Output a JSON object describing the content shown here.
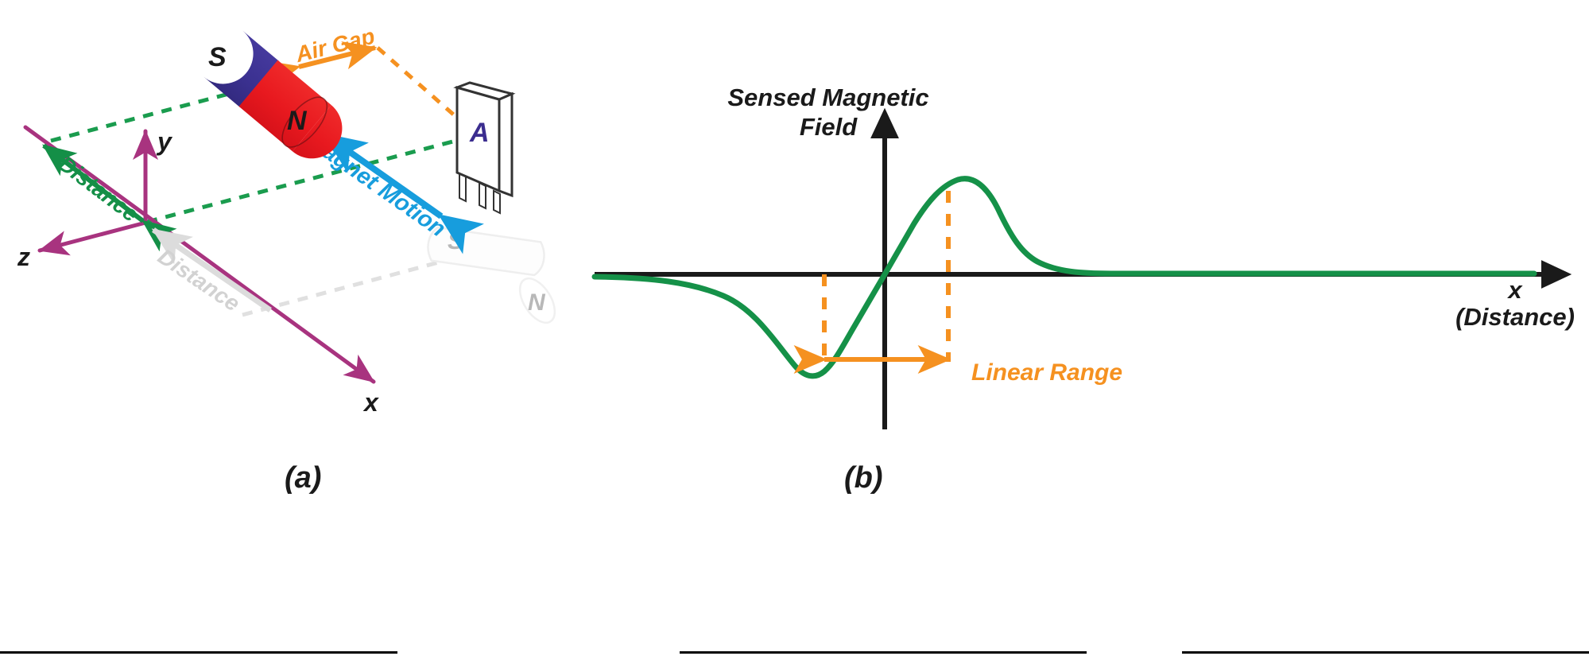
{
  "figure": {
    "panel_a_caption": "(a)",
    "panel_b_caption": "(b)"
  },
  "panel_a": {
    "name": "magnet-sensor-3d-setup",
    "axes": {
      "x_label": "x",
      "y_label": "y",
      "z_label": "z",
      "color": "#a8337f"
    },
    "magnet": {
      "south_label": "S",
      "north_label": "N",
      "south_color": "#3b3191",
      "north_color": "#e8191f"
    },
    "ghost_magnet": {
      "south_label": "S",
      "north_label": "N",
      "color": "#d9d9d9"
    },
    "sensor": {
      "label": "A",
      "label_color": "#3b2d8f",
      "body_color": "#ffffff",
      "outline_color": "#333333"
    },
    "annotations": {
      "air_gap": "Air Gap",
      "air_gap_color": "#f59120",
      "magnet_motion": "Magnet Motion",
      "magnet_motion_color": "#179ddd",
      "distance_green": "Distance",
      "distance_green_color": "#148f47",
      "distance_gray": "Distance",
      "distance_gray_color": "#d8d8d8"
    }
  },
  "panel_b": {
    "name": "sensed-field-vs-distance-plot",
    "linear_range_label": "Linear Range",
    "linear_range_color": "#f59120"
  },
  "chart_data": {
    "type": "line",
    "title": "Sensed Magnetic Field",
    "title_line1": "Sensed Magnetic",
    "title_line2": "Field",
    "xlabel": "x",
    "xlabel_sub": "(Distance)",
    "ylabel": "Sensed Magnetic Field",
    "grid": false,
    "legend": null,
    "series": [
      {
        "name": "Sensed Magnetic Field",
        "color": "#159148",
        "x": [
          -6.0,
          -5.5,
          -5.0,
          -4.5,
          -4.0,
          -3.6,
          -3.2,
          -2.9,
          -2.6,
          -2.3,
          -2.0,
          -1.7,
          -1.4,
          -1.1,
          -0.8,
          -0.5,
          -0.2,
          0.0,
          0.3,
          0.6,
          0.9,
          1.1,
          1.3,
          1.5,
          1.75,
          2.0,
          2.3,
          2.6,
          3.0,
          3.5,
          4.0,
          4.6,
          5.2,
          6.0
        ],
        "y": [
          -0.02,
          -0.04,
          -0.07,
          -0.12,
          -0.22,
          -0.34,
          -0.52,
          -0.68,
          -0.82,
          -0.92,
          -0.97,
          -0.95,
          -0.84,
          -0.68,
          -0.5,
          -0.31,
          -0.12,
          0.0,
          0.19,
          0.38,
          0.57,
          0.7,
          0.82,
          0.92,
          1.0,
          1.02,
          0.96,
          0.84,
          0.62,
          0.4,
          0.26,
          0.15,
          0.09,
          0.05
        ]
      }
    ],
    "xlim": [
      -6.2,
      6.8
    ],
    "ylim": [
      -1.35,
      1.35
    ],
    "annotations": [
      {
        "type": "vline",
        "label": "linear-range-left",
        "x": -1.7,
        "color": "#f59120",
        "style": "dashed"
      },
      {
        "type": "vline",
        "label": "linear-range-right",
        "x": 1.5,
        "color": "#f59120",
        "style": "dashed"
      },
      {
        "type": "double-arrow",
        "label": "Linear Range",
        "x_from": -1.7,
        "x_to": 1.5,
        "y": -1.0,
        "color": "#f59120"
      }
    ],
    "axis_color": "#1a1a1a"
  }
}
